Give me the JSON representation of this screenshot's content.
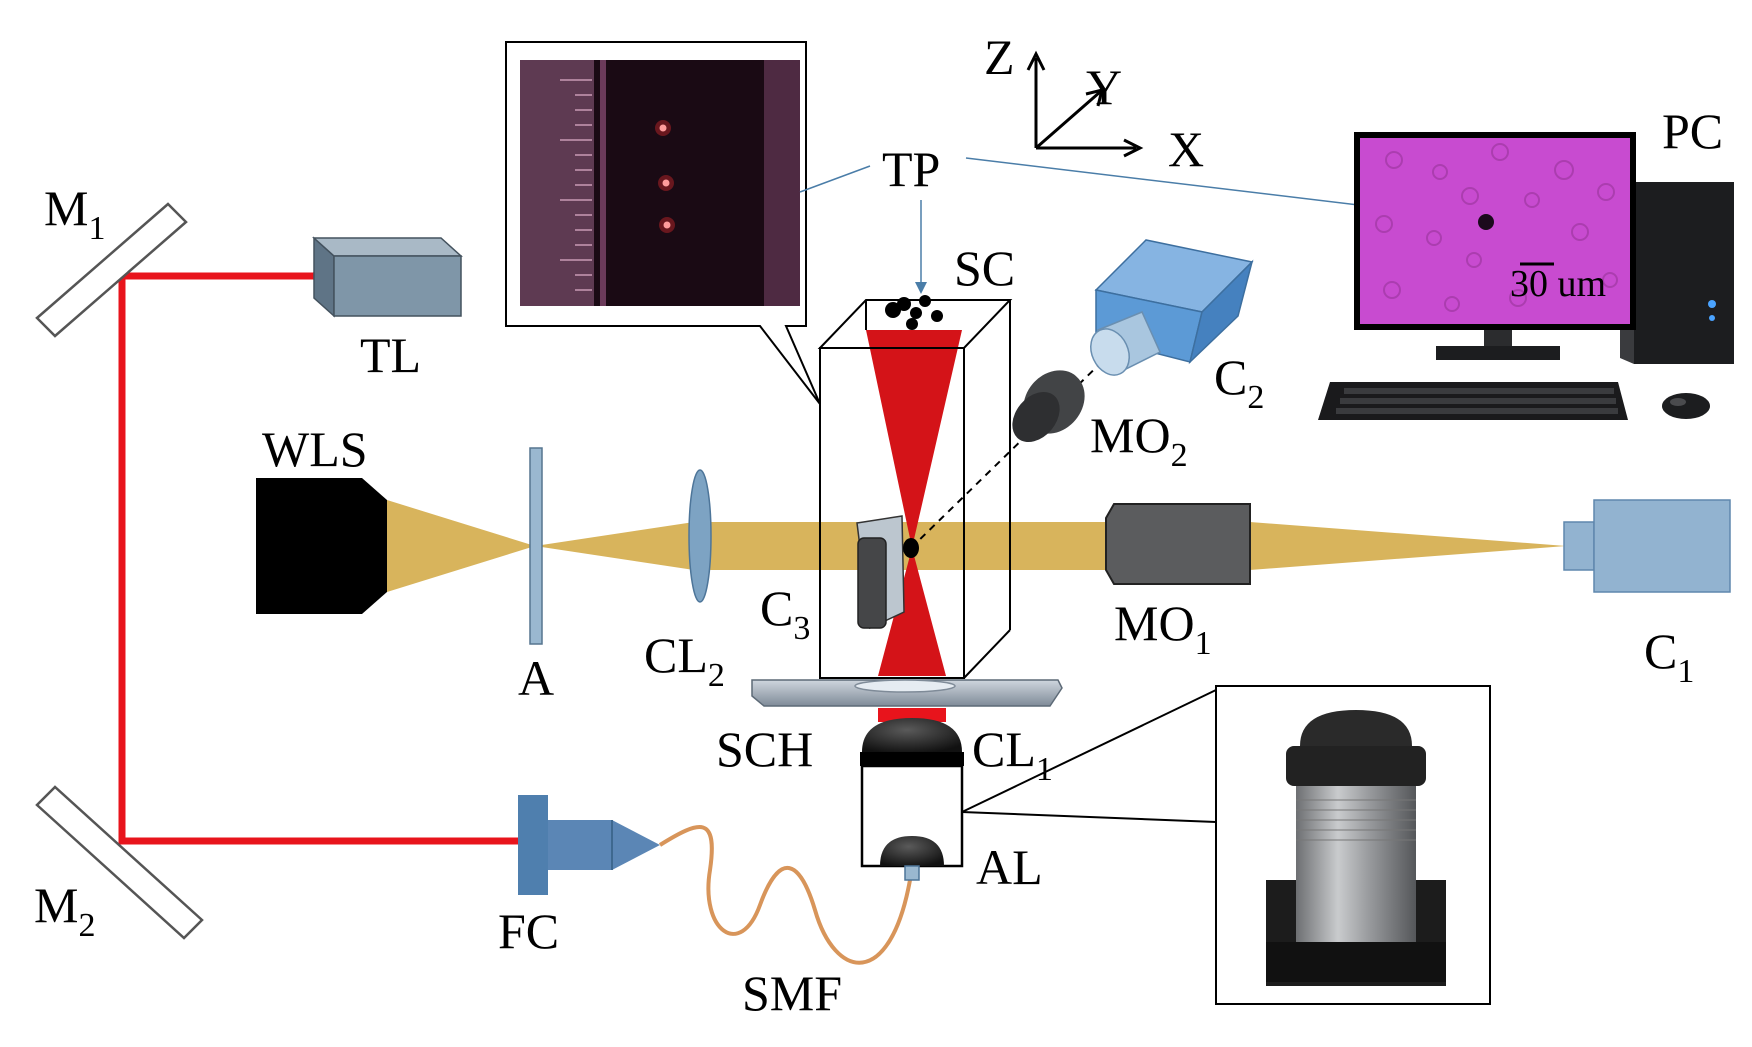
{
  "labels": {
    "M1": {
      "main": "M",
      "sub": "1"
    },
    "M2": {
      "main": "M",
      "sub": "2"
    },
    "TL": "TL",
    "WLS": "WLS",
    "A": "A",
    "CL2": {
      "main": "CL",
      "sub": "2"
    },
    "C3": {
      "main": "C",
      "sub": "3"
    },
    "SC": "SC",
    "TP": "TP",
    "C2": {
      "main": "C",
      "sub": "2"
    },
    "MO2": {
      "main": "MO",
      "sub": "2"
    },
    "MO1": {
      "main": "MO",
      "sub": "1"
    },
    "C1": {
      "main": "C",
      "sub": "1"
    },
    "SCH": "SCH",
    "CL1": {
      "main": "CL",
      "sub": "1"
    },
    "AL": "AL",
    "FC": "FC",
    "SMF": "SMF",
    "PC": "PC"
  },
  "axes": {
    "z": "Z",
    "y": "Y",
    "x": "X"
  },
  "scale_bar": "30 um",
  "colors": {
    "laser": "#e8141c",
    "white_light": "#d8b45c",
    "steel_blue": "#5b86b5",
    "camera_blue": "#5c9ad6",
    "screen_magenta": "#c84bd0",
    "fiber": "#d8955a"
  }
}
